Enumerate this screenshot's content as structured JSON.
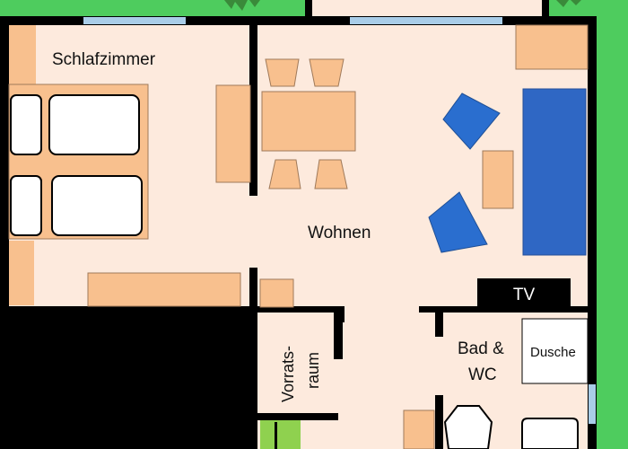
{
  "labels": {
    "bedroom": "Schlafzimmer",
    "living": "Wohnen",
    "storage_line1": "Vorrats-",
    "storage_line2": "raum",
    "bath_line1": "Bad &",
    "bath_line2": "WC",
    "shower": "Dusche",
    "tv": "TV"
  },
  "colors": {
    "garden": "#4ecc5e",
    "floor": "#fdeadd",
    "furniture": "#f8c08e",
    "furniture_outline": "#a07a5a",
    "wall": "#000000",
    "window": "#a9cde8",
    "sofa": "#2f67c4",
    "armchair": "#2a6ecf",
    "tv_unit": "#000000",
    "tv_text": "#ffffff",
    "shower": "#ffffff",
    "plant": "#8fd14f",
    "tree": "#3a8a3a"
  }
}
